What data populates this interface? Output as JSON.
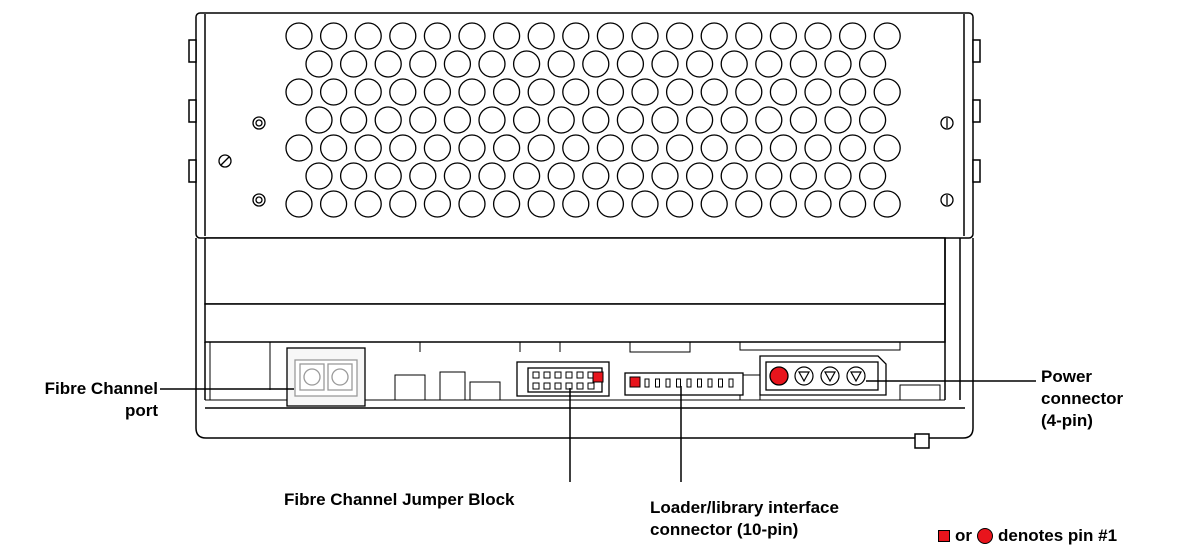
{
  "labels": {
    "fc_port_line1": "Fibre Channel",
    "fc_port_line2": "port",
    "power_line1": "Power",
    "power_line2": "connector",
    "power_line3": "(4-pin)",
    "jumper_block": "Fibre Channel Jumper Block",
    "loader_line1": "Loader/library interface",
    "loader_line2": "connector (10-pin)"
  },
  "legend": {
    "or_text": "or",
    "denotes_text": "denotes pin #1"
  },
  "colors": {
    "pin1": "#e8141c",
    "line": "#000000",
    "chassis_fill": "#ffffff",
    "shade": "#e9e9e9"
  },
  "icons": {
    "square_marker": "red-square-icon",
    "circle_marker": "red-circle-icon"
  }
}
